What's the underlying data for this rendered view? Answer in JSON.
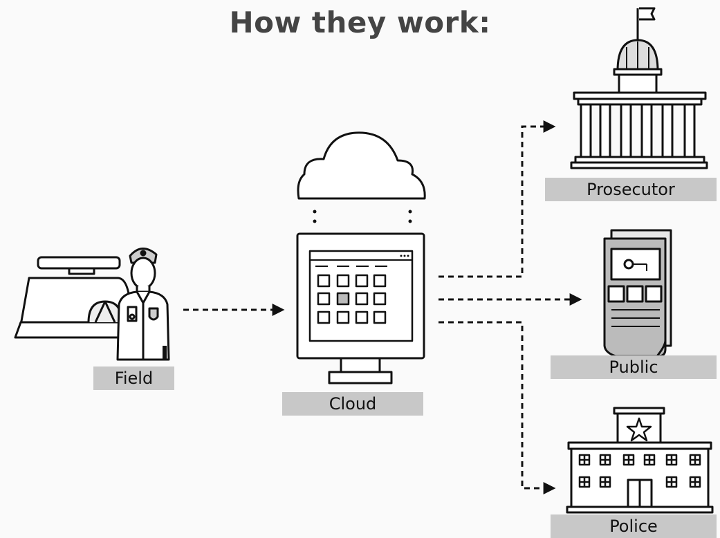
{
  "title": "How they work:",
  "nodes": {
    "field": {
      "label": "Field",
      "icon": "police-officer-with-car-icon"
    },
    "cloud": {
      "label": "Cloud",
      "icon": "cloud-computer-icon"
    },
    "prosecutor": {
      "label": "Prosecutor",
      "icon": "courthouse-icon"
    },
    "public": {
      "label": "Public",
      "icon": "newspaper-icon"
    },
    "police": {
      "label": "Police",
      "icon": "police-station-icon"
    }
  },
  "edges": [
    {
      "from": "Field",
      "to": "Cloud"
    },
    {
      "from": "Cloud",
      "to": "Prosecutor"
    },
    {
      "from": "Cloud",
      "to": "Public"
    },
    {
      "from": "Cloud",
      "to": "Police"
    }
  ],
  "colors": {
    "stroke": "#111111",
    "label_bg": "#c8c8c8",
    "title": "#444444",
    "fill": "#ffffff",
    "shade": "#cccccc"
  }
}
